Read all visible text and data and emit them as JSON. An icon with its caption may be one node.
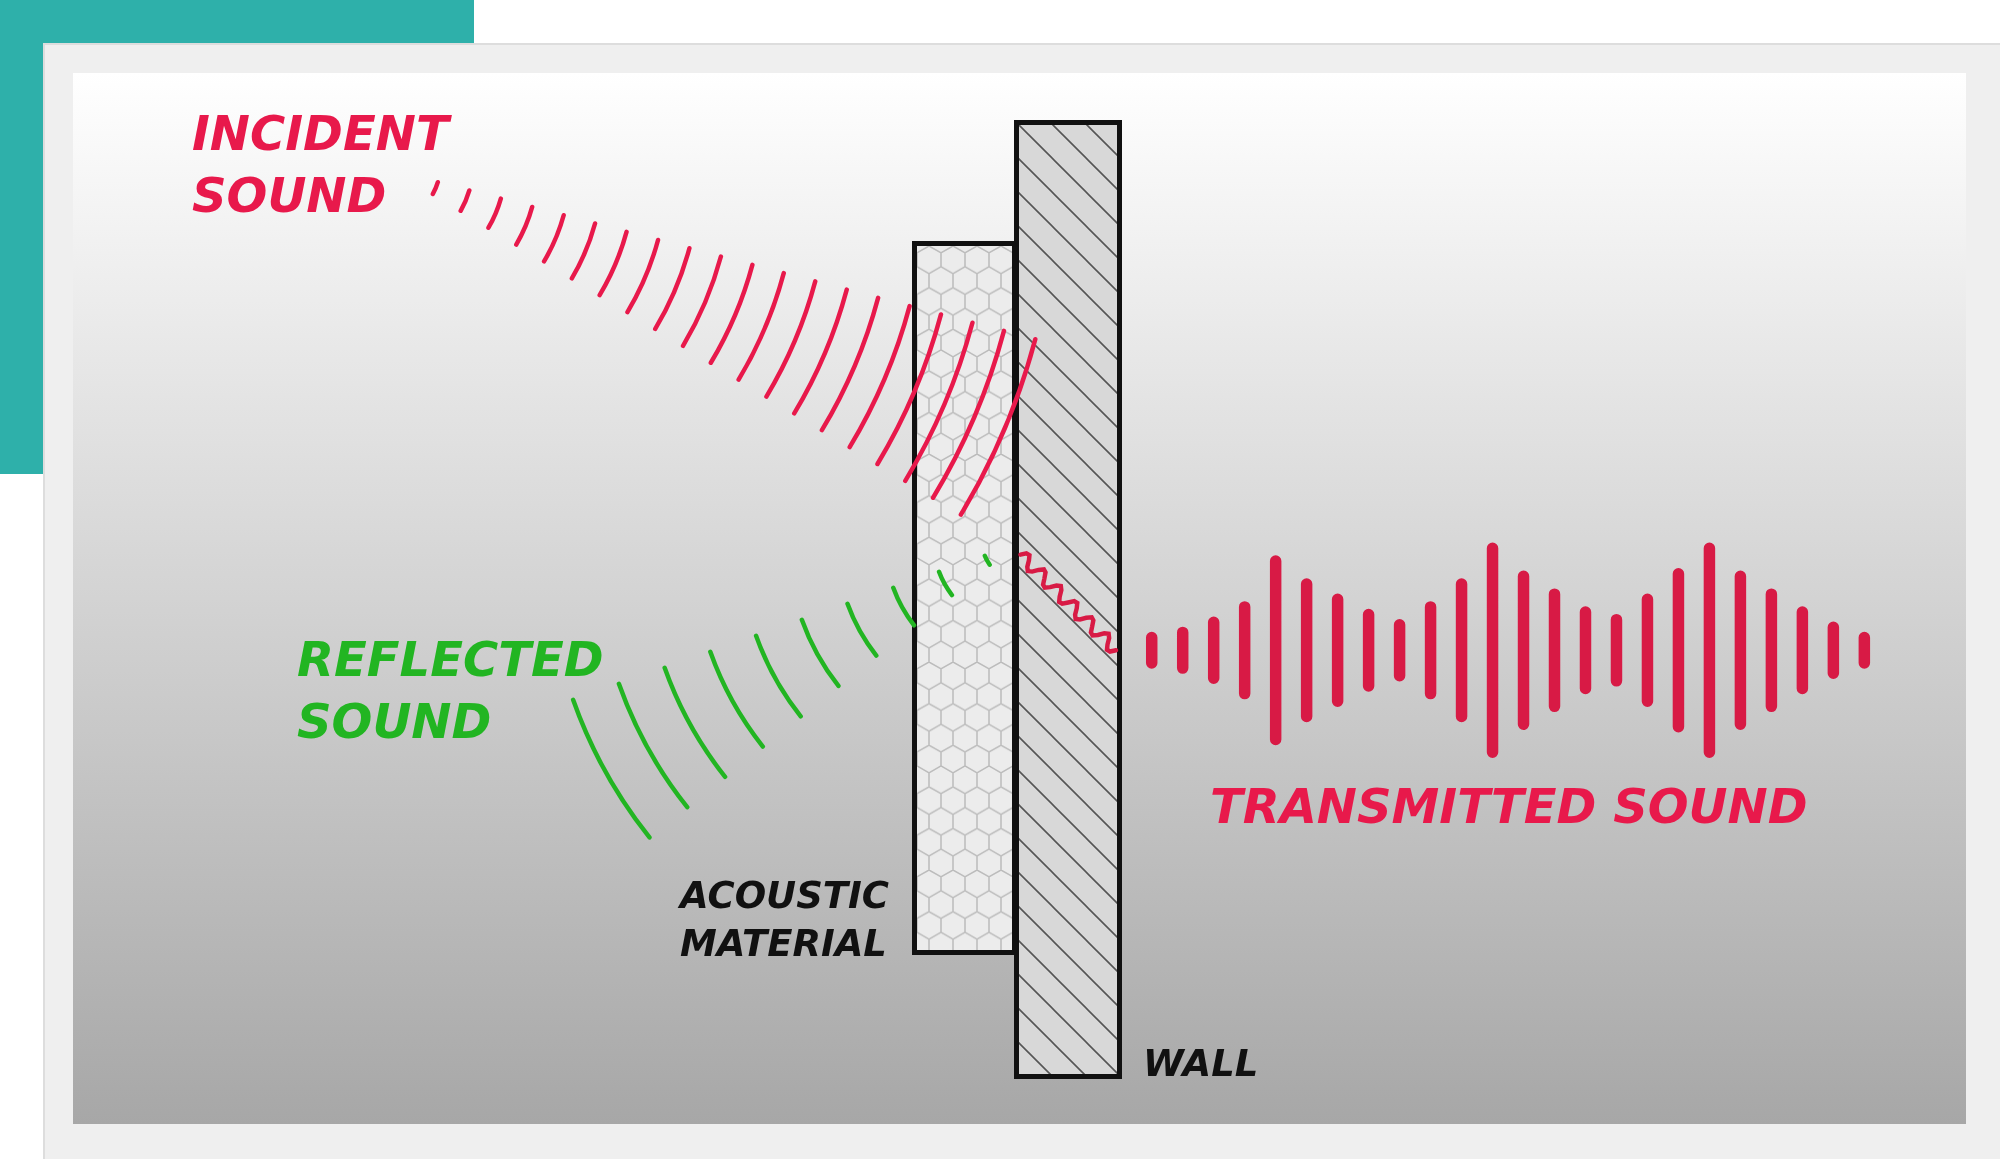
{
  "diagram": {
    "nodes": [
      {
        "text": [],
        "shape": "box",
        "beside": [
          "ACOUSTIC MATERIAL"
        ]
      },
      {
        "text": [],
        "shape": "box",
        "beside": [
          "WALL"
        ]
      }
    ],
    "labels": [
      "INCIDENT SOUND",
      "REFLECTED SOUND",
      "TRANSMITTED SOUND"
    ]
  }
}
